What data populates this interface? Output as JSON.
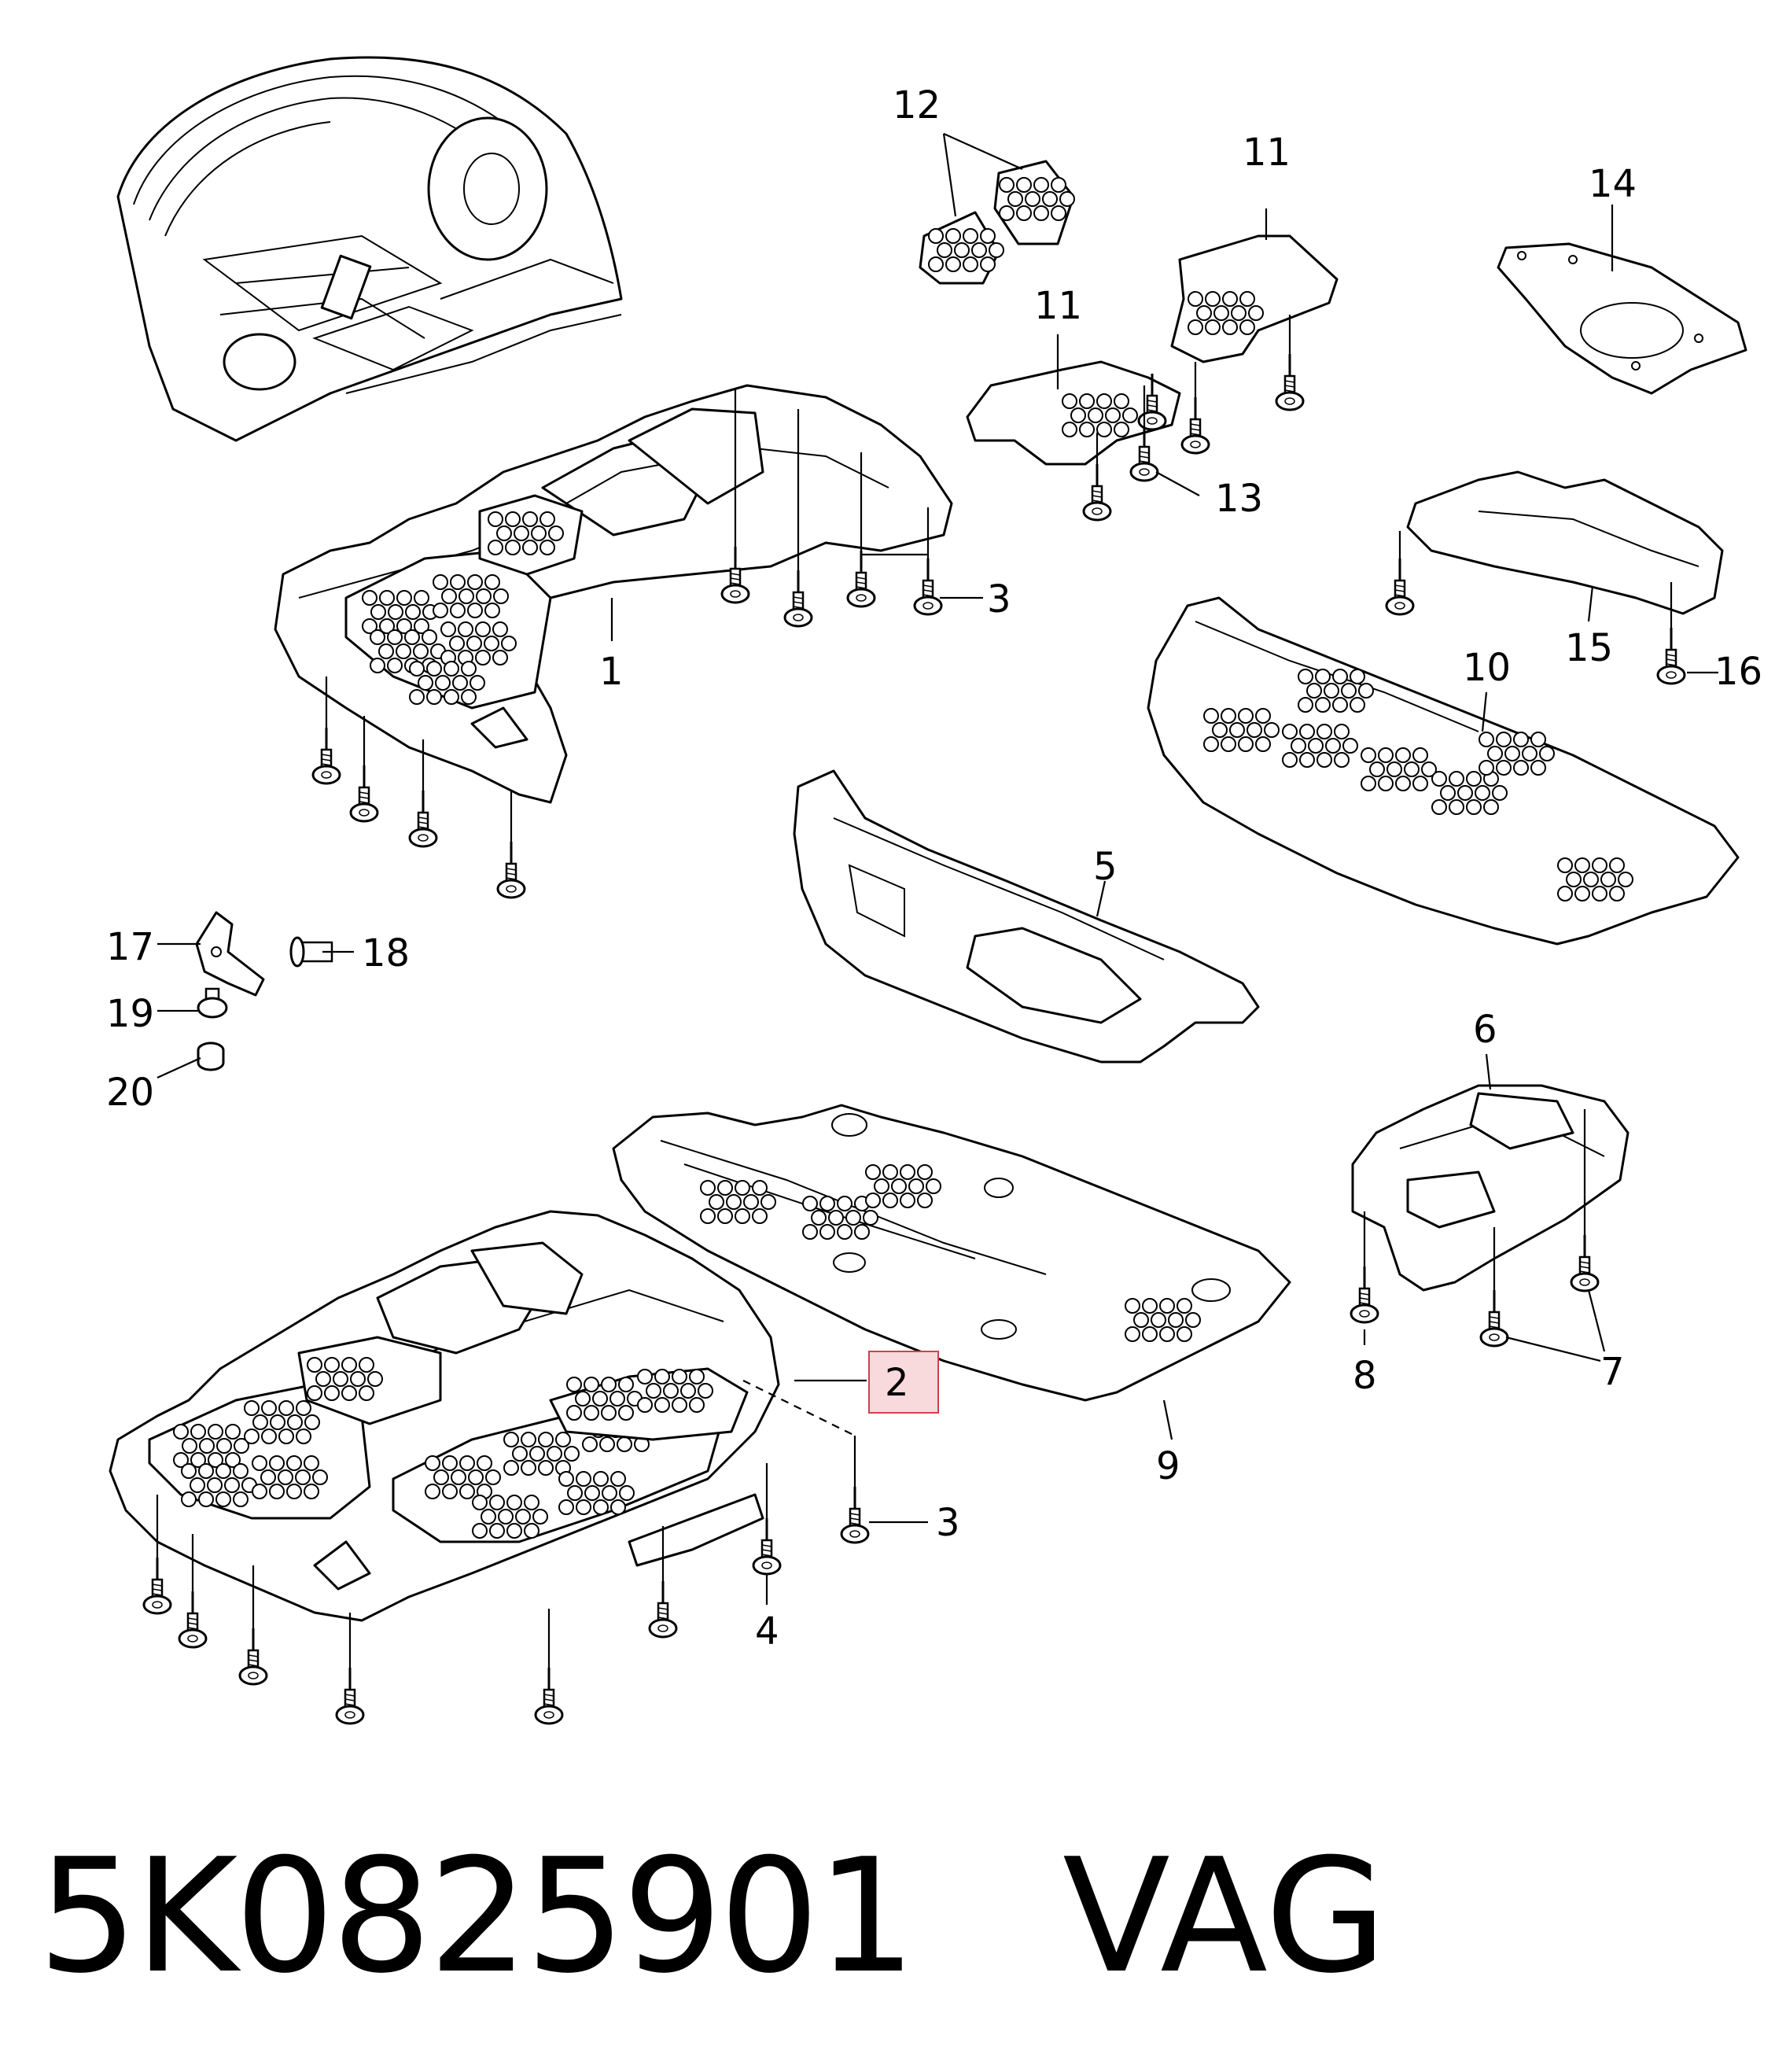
{
  "callouts": {
    "c1": "1",
    "c2": "2",
    "c3a": "3",
    "c3b": "3",
    "c4": "4",
    "c5": "5",
    "c6": "6",
    "c7": "7",
    "c8": "8",
    "c9": "9",
    "c10": "10",
    "c11a": "11",
    "c11b": "11",
    "c12": "12",
    "c13": "13",
    "c14": "14",
    "c15": "15",
    "c16": "16",
    "c17": "17",
    "c18": "18",
    "c19": "19",
    "c20": "20"
  },
  "highlight": {
    "callout": "2",
    "color": "#f8d9dc",
    "border": "#d04050"
  },
  "footer": {
    "part_number": "5K0825901",
    "brand": "VAG"
  }
}
